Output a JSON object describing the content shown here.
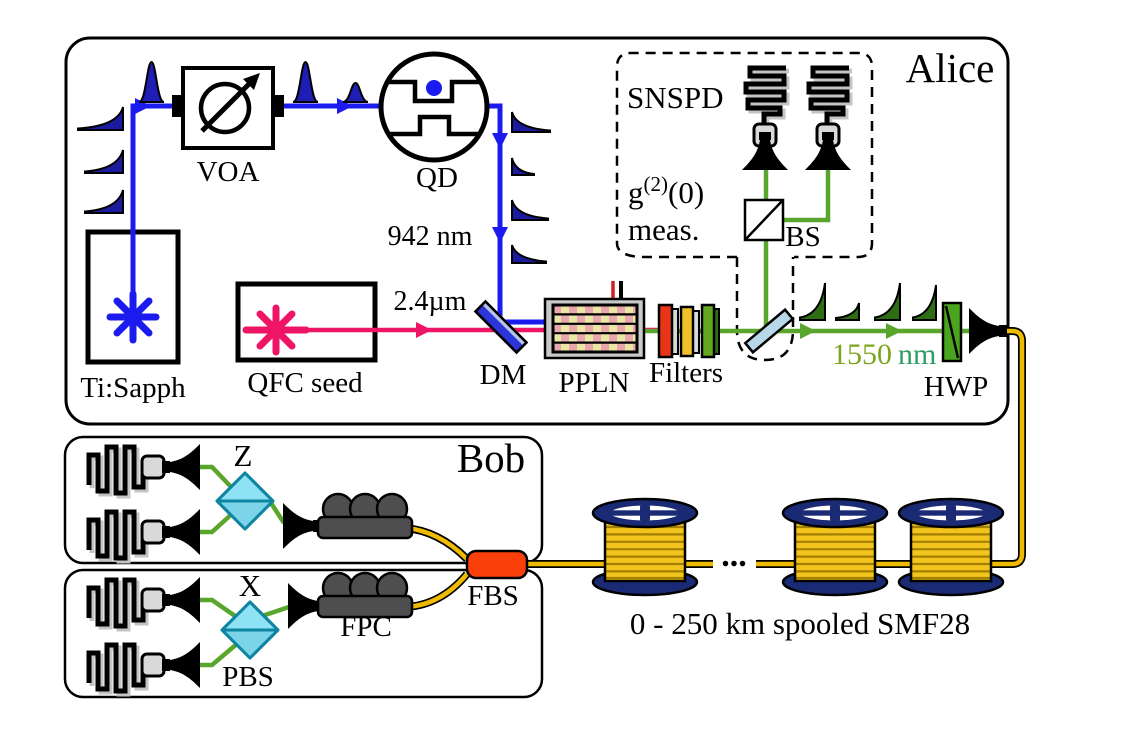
{
  "figure": {
    "type": "experimental-setup-schematic",
    "description_visible_text_only": true
  },
  "palette": {
    "beam_942": "#1b1bef",
    "beam_2400": "#ee1466",
    "beam_1550": "#5aa62d",
    "label_1550_value": "#7da41c",
    "label_1550_unit": "#2f9e63",
    "fiber_yellow": "#eebb00",
    "pbs_fill": "#8ee2f3",
    "pbs_edge": "#0f85a2",
    "fbs_fill": "#fb3f0a",
    "spool_flange": "#1a2a75",
    "spool_body": "#f2c41d",
    "hwp_fill": "#4aa51e",
    "sampler_fill": "#b8d8ea",
    "dm_fill": "#2b35d8",
    "fpc_gray": "#4e4e4e",
    "ppln_housing": "#c9c9c9"
  },
  "alice": {
    "label": "Alice",
    "components": {
      "ti_sapph": "Ti:Sapph",
      "voa": "VOA",
      "qd": "QD",
      "qfc_seed": "QFC seed",
      "dm": "DM",
      "ppln": "PPLN",
      "filters": "Filters",
      "hwp": "HWP"
    },
    "wavelengths": {
      "pump": "942 nm",
      "seed": "2.4µm",
      "telecom_value": "1550",
      "telecom_unit": "nm"
    },
    "g2_box": {
      "snspd": "SNSPD",
      "g_base": "g",
      "g_sup": "(2)",
      "g_arg": "(0)",
      "meas": "meas.",
      "bs": "BS"
    }
  },
  "bob": {
    "label": "Bob",
    "bases": {
      "z": "Z",
      "x": "X"
    },
    "components": {
      "pbs": "PBS",
      "fpc": "FPC",
      "fbs": "FBS"
    }
  },
  "channel": {
    "label": "0 - 250 km spooled SMF28",
    "ellipsis": "..."
  }
}
